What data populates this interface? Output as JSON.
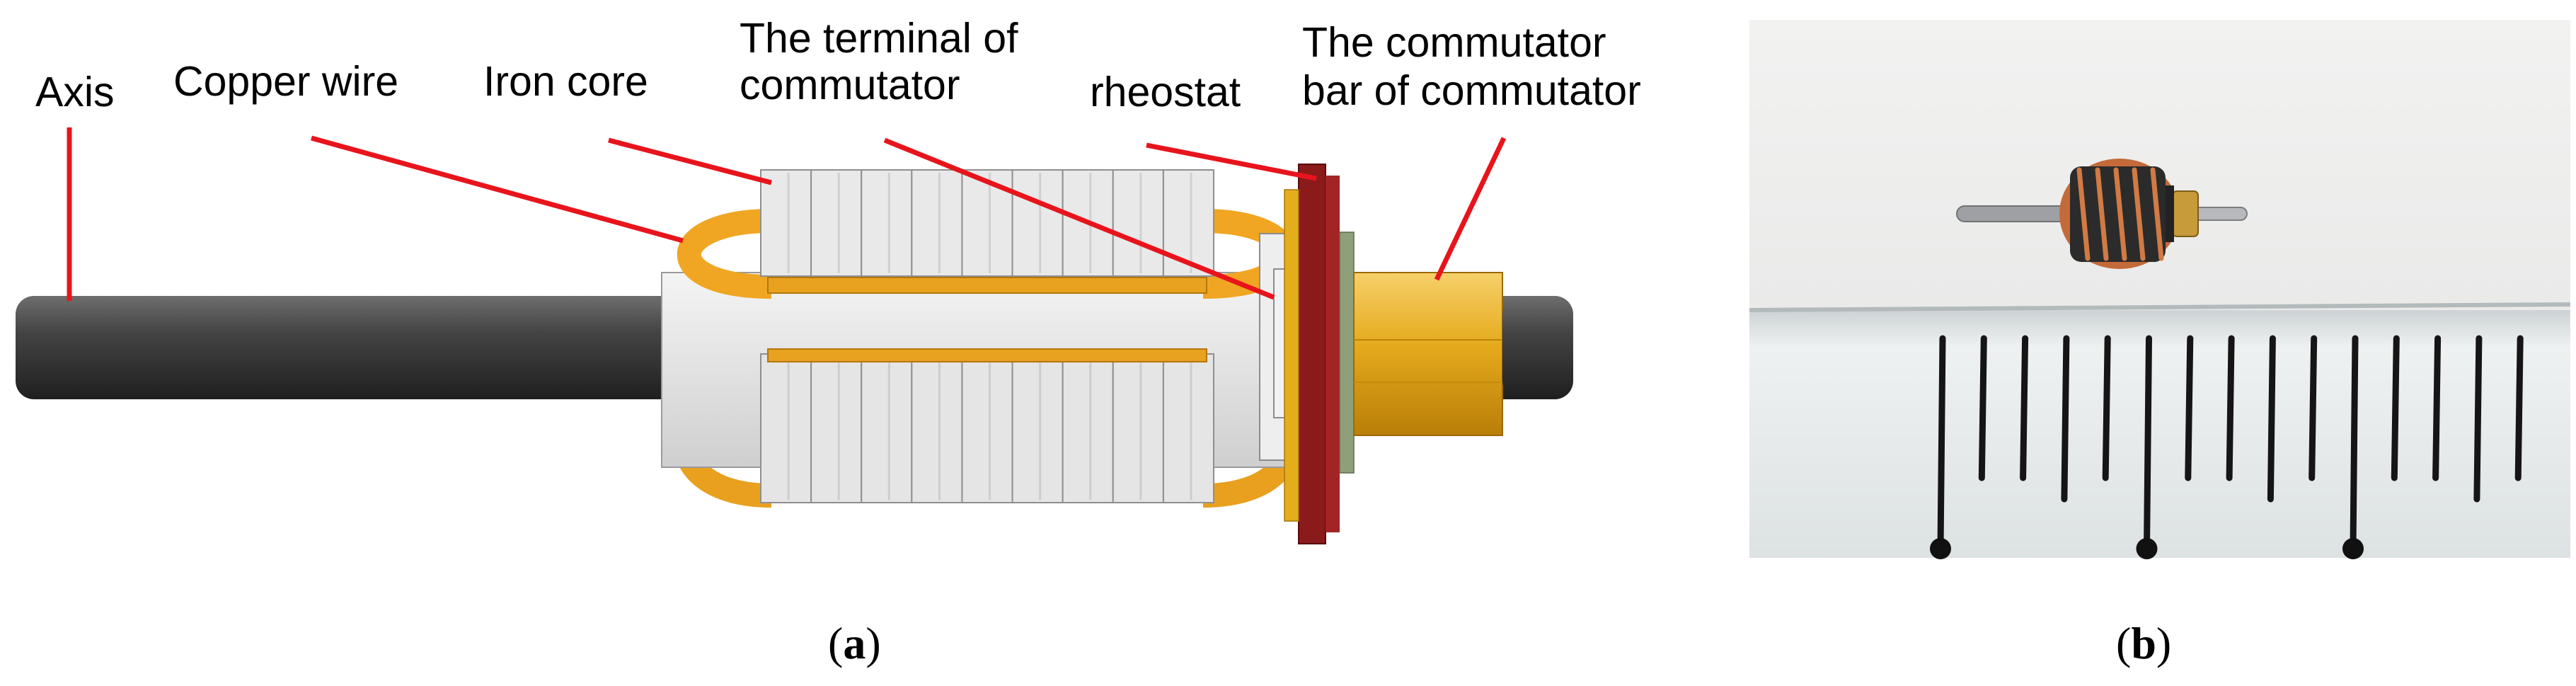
{
  "panel_a": {
    "labels": {
      "axis": "Axis",
      "copper_wire": "Copper wire",
      "iron_core": "Iron core",
      "terminal_line1": "The terminal of",
      "terminal_line2": "commutator",
      "rheostat": "rheostat",
      "bar_line1": "The commutator",
      "bar_line2": "bar of commutator"
    },
    "caption_open": "(",
    "caption_letter": "a",
    "caption_close": ")"
  },
  "panel_b": {
    "caption_open": "(",
    "caption_letter": "b",
    "caption_close": ")"
  },
  "colors": {
    "leader_line": "#e8141c",
    "shaft": "#3a3a3a",
    "core": "#e6e6e6",
    "copper": "#f0a623",
    "rheostat": "#8b1a1a",
    "commutator_bar": "#e3ad1c",
    "photo_bg": "#eaeae8",
    "ruler": "#d7dcdd",
    "text": "#000000"
  }
}
